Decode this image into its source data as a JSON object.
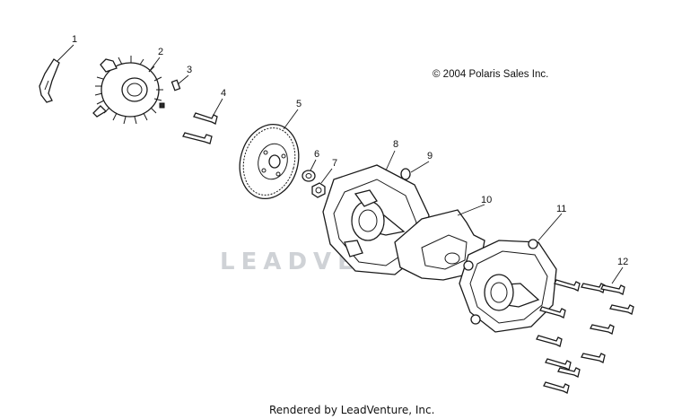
{
  "copyright": "© 2004 Polaris Sales Inc.",
  "watermark": "LEADVENTURE",
  "credit": "Rendered by LeadVenture, Inc.",
  "callouts": [
    "1",
    "2",
    "3",
    "4",
    "5",
    "6",
    "7",
    "8",
    "9",
    "10",
    "11",
    "12"
  ]
}
